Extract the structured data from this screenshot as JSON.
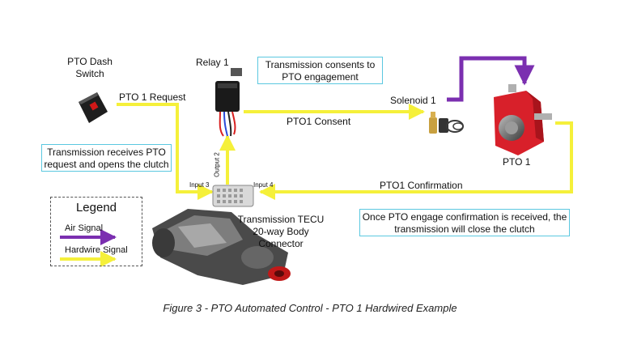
{
  "labels": {
    "pto_dash_switch_line1": "PTO Dash",
    "pto_dash_switch_line2": "Switch",
    "relay": "Relay 1",
    "pto_request": "PTO 1 Request",
    "pto_consent": "PTO1 Consent",
    "solenoid": "Solenoid 1",
    "pto": "PTO 1",
    "pto_confirmation": "PTO1 Confirmation",
    "input3": "Input 3",
    "input4": "Input 4",
    "output2": "Output 2",
    "tecu_line1": "Transmission TECU",
    "tecu_line2": "20-way Body",
    "tecu_line3": "Connector"
  },
  "notes": {
    "consent_line1": "Transmission consents to",
    "consent_line2": "PTO engagement",
    "request_line1": "Transmission receives PTO",
    "request_line2": "request and opens the clutch",
    "confirm_line1": "Once PTO engage confirmation is received, the",
    "confirm_line2": "transmission will close the clutch"
  },
  "legend": {
    "title": "Legend",
    "air": "Air Signal",
    "hardwire": "Hardwire Signal"
  },
  "caption": "Figure 3 - PTO Automated Control - PTO 1 Hardwired Example",
  "colors": {
    "hardwire": "#f5f03a",
    "air": "#7b2fb0",
    "note_border": "#5bc8e0",
    "pto_body": "#d8202a"
  }
}
